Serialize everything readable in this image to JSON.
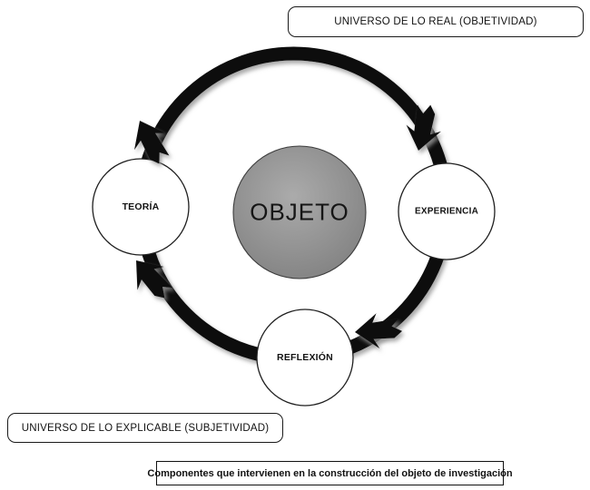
{
  "diagram": {
    "top_box": {
      "label": "UNIVERSO DE LO REAL (OBJETIVIDAD)"
    },
    "bottom_box": {
      "label": "UNIVERSO DE LO EXPLICABLE (SUBJETIVIDAD)"
    },
    "caption_box": {
      "label": "Componentes que intervienen en la construcción del objeto de investigación"
    },
    "center_node": {
      "label": "OBJETO",
      "fill_light": "#ababab",
      "fill_dark": "#7d7d7d",
      "stroke": "#3c3c3c"
    },
    "nodes": [
      {
        "label": "TEORÍA"
      },
      {
        "label": "EXPERIENCIA"
      },
      {
        "label": "REFLEXIÓN"
      }
    ],
    "cycle": {
      "direction": "clockwise",
      "ring_color": "#0b0b0b",
      "node_fill": "#ffffff",
      "node_stroke": "#1f1f1f"
    }
  }
}
